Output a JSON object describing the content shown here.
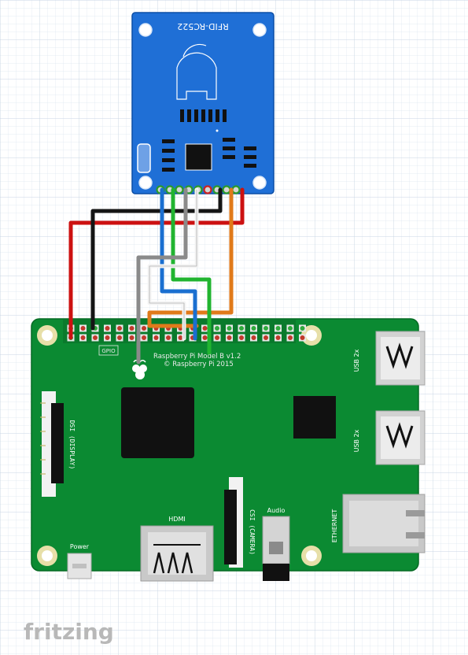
{
  "rfid_module": {
    "label": "RFID-RC522"
  },
  "raspberry_pi": {
    "model_label": "Raspberry Pi Model B v1.2",
    "copyright_label": "© Raspberry Pi 2015",
    "gpio_label": "GPIO"
  },
  "ports": {
    "usb_top": "USB 2x",
    "usb_bottom": "USB 2x",
    "ethernet": "ETHERNET",
    "dsi": "DSI (DISPLAY)",
    "csi": "CSI (CAMERA)",
    "hdmi": "HDMI",
    "audio": "Audio",
    "power": "Power"
  },
  "watermark": "fritzing",
  "colors": {
    "pcb_green": "#0b8a32",
    "rfid_blue": "#1f6fd6",
    "wire_red": "#cc1111",
    "wire_black": "#151515",
    "wire_orange": "#e07a1a",
    "wire_green": "#21b430",
    "wire_blue": "#1a6fd0",
    "wire_gray": "#8a8a8a",
    "wire_white": "#f4f4f4"
  },
  "wires": [
    "red",
    "black",
    "orange",
    "green",
    "blue",
    "gray",
    "white"
  ]
}
